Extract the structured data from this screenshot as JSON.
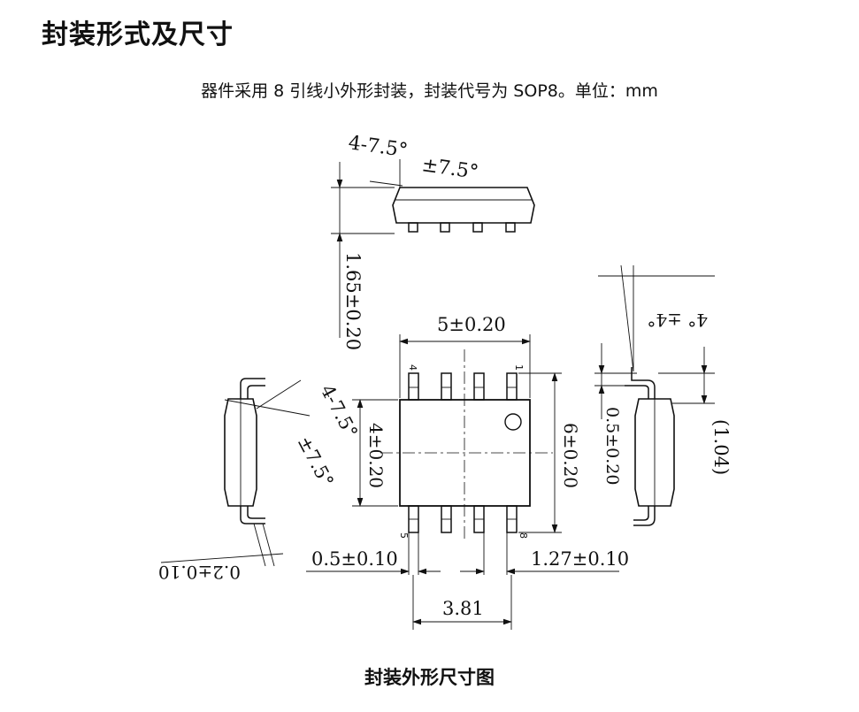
{
  "page": {
    "title": "封装形式及尺寸",
    "subtitle": "器件采用 8 引线小外形封装，封装代号为 SOP8。单位：mm",
    "caption": "封装外形尺寸图"
  },
  "diagram": {
    "dimensions": {
      "angle_top": "4-7.5°",
      "angle_top_tol": "±7.5°",
      "height": "1.65±0.20",
      "body_length": "5±0.20",
      "body_width": "4±0.20",
      "overall_width": "6±0.20",
      "lead_thickness": "0.5±0.20",
      "lead_span": "(1.04)",
      "lead_angle": "4° ±4°",
      "left_angle": "4-7.5°",
      "left_angle_tol": "±7.5°",
      "lead_width": "0.5±0.10",
      "pitch": "1.27±0.10",
      "pin_span": "3.81",
      "lead_frame_thk": "0.2±0.10"
    },
    "pin_labels": {
      "pin1": "1",
      "pin4": "4",
      "pin5": "5",
      "pin8": "8"
    }
  }
}
